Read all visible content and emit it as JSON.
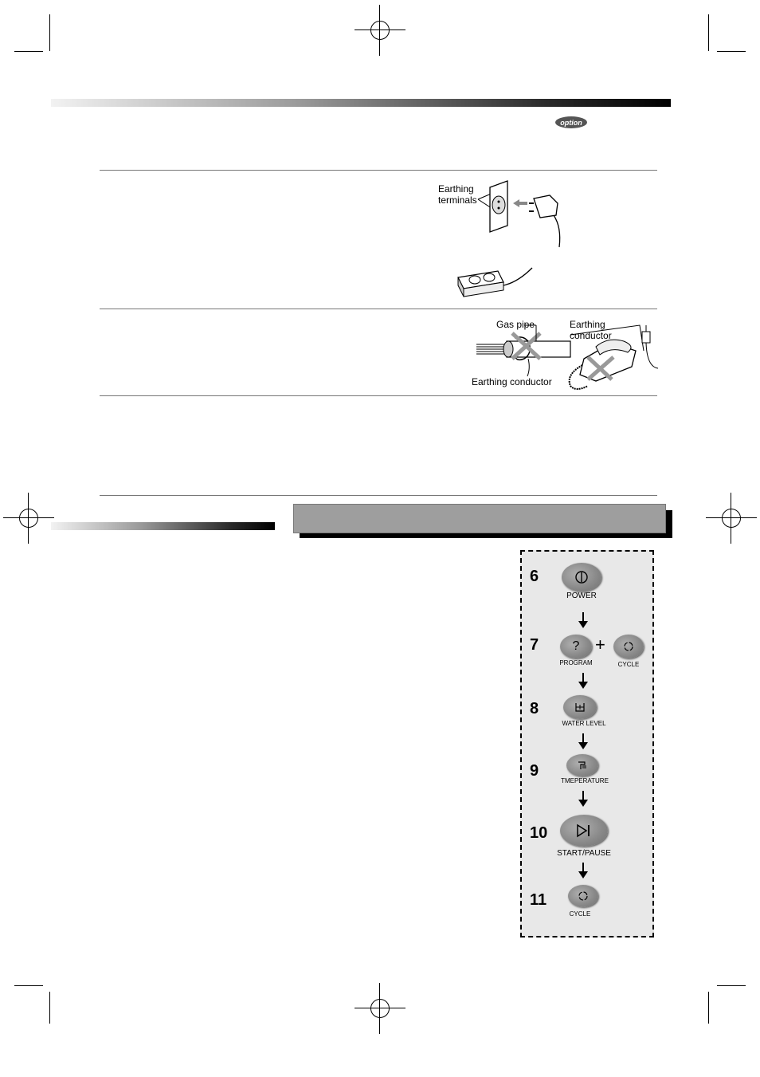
{
  "header": {
    "option_badge": "option"
  },
  "figure1": {
    "earthing_label_line1": "Earthing",
    "earthing_label_line2": "terminals"
  },
  "figure2": {
    "gas_pipe_label": "Gas pipe",
    "earthing_conductor_top_line1": "Earthing",
    "earthing_conductor_top_line2": "conductor",
    "earthing_conductor_bottom": "Earthing conductor"
  },
  "panel": {
    "steps": [
      {
        "number": "6",
        "button_label": "POWER",
        "icon": "power-icon"
      },
      {
        "number": "7",
        "button_label": "PROGRAM",
        "icon": "question-icon",
        "second_button_label": "CYCLE",
        "second_icon": "cycle-icon"
      },
      {
        "number": "8",
        "button_label": "WATER LEVEL",
        "icon": "water-level-icon"
      },
      {
        "number": "9",
        "button_label": "TMEPERATURE",
        "icon": "temperature-icon"
      },
      {
        "number": "10",
        "button_label": "START/PAUSE",
        "icon": "start-pause-icon"
      },
      {
        "number": "11",
        "button_label": "CYCLE",
        "icon": "cycle-icon"
      }
    ]
  }
}
